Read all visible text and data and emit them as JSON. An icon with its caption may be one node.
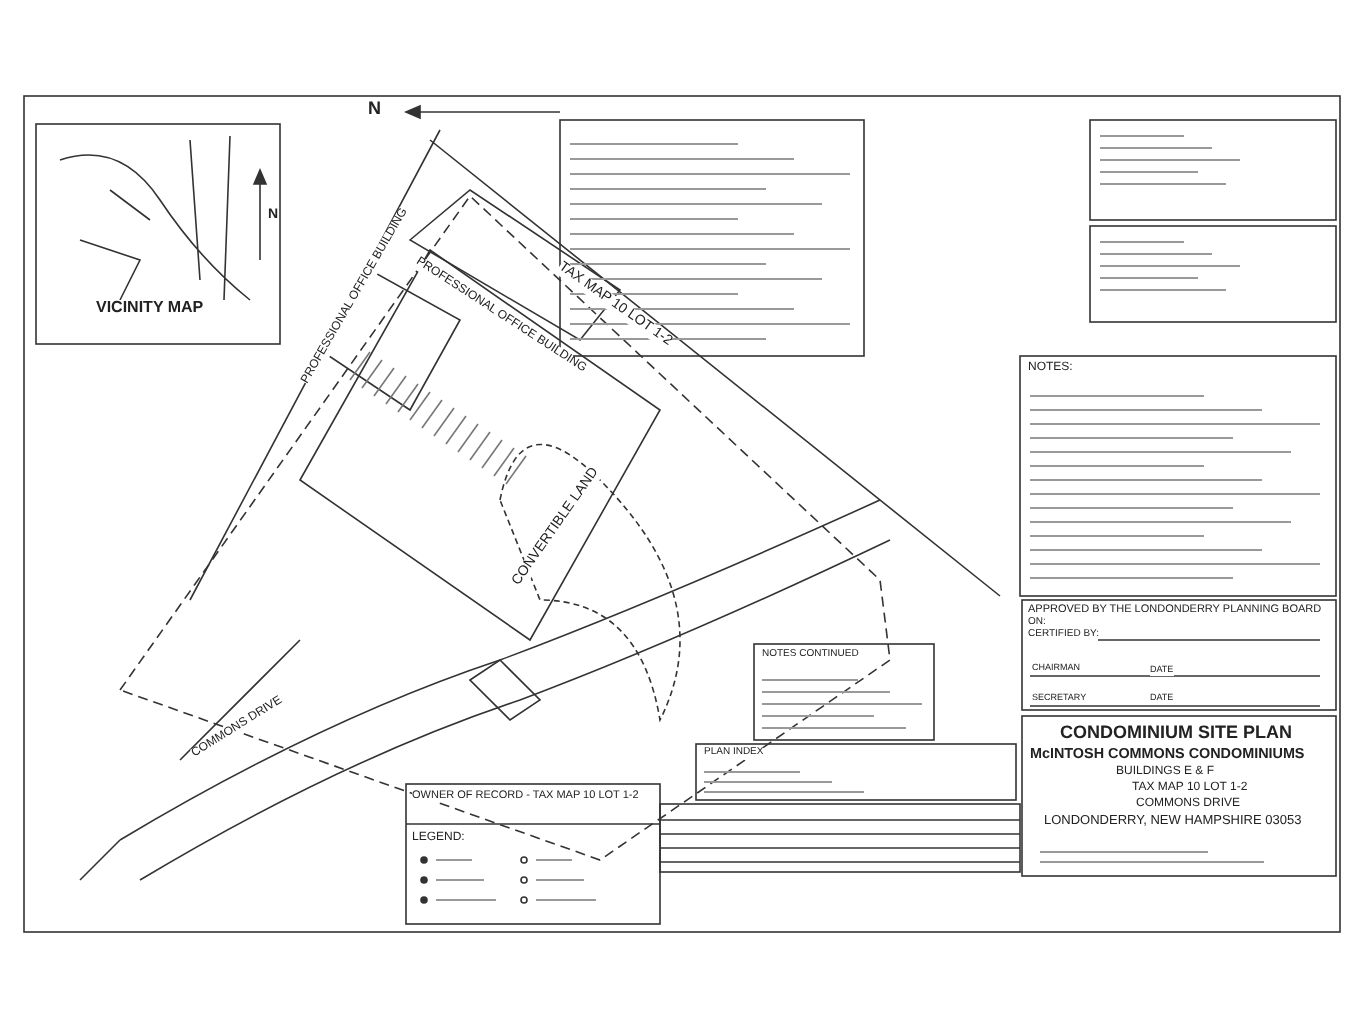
{
  "diagram": {
    "labels": [
      "N",
      "VICINITY MAP",
      "N",
      "TAX MAP 10 LOT 1-2",
      "PROFESSIONAL OFFICE BUILDING",
      "PROFESSIONAL OFFICE BUILDING",
      "CONVERTIBLE LAND",
      "COMMONS DRIVE",
      "NOTES:",
      "NOTES CONTINUED",
      "PLAN INDEX",
      "OWNER OF RECORD - TAX MAP 10 LOT 1-2",
      "LEGEND:",
      "APPROVED BY THE LONDONDERRY PLANNING BOARD",
      "ON:",
      "CERTIFIED BY:",
      "CHAIRMAN",
      "DATE",
      "SECRETARY",
      "DATE",
      "CONDOMINIUM SITE PLAN",
      "McINTOSH COMMONS CONDOMINIUMS",
      "BUILDINGS E & F",
      "TAX MAP 10 LOT 1-2",
      "COMMONS DRIVE",
      "LONDONDERRY, NEW HAMPSHIRE 03053"
    ]
  }
}
